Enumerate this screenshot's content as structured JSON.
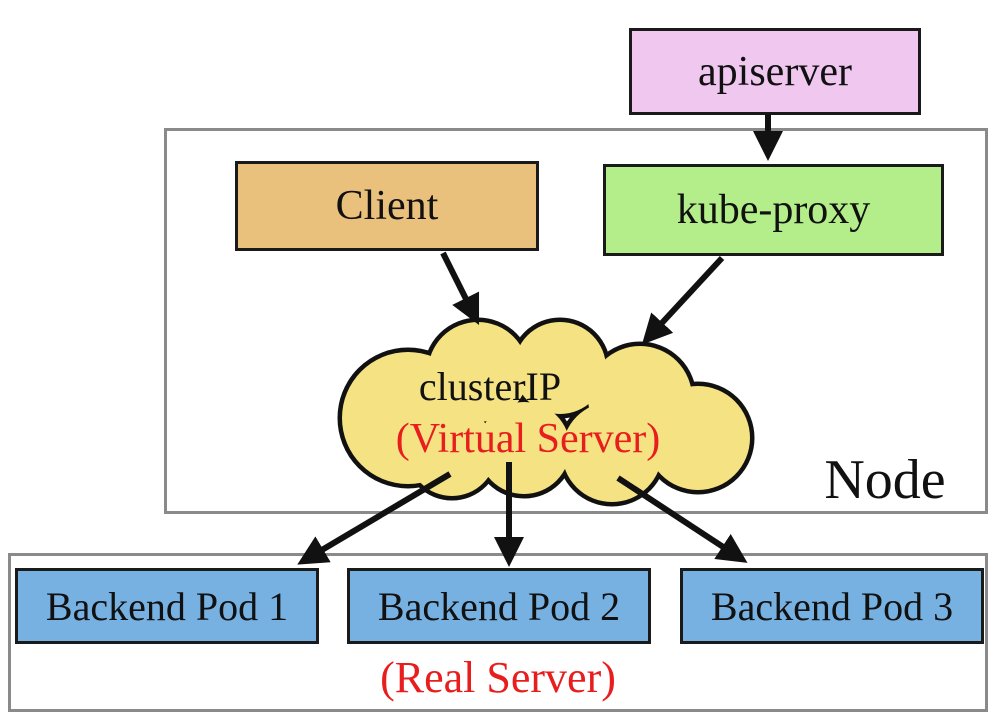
{
  "colors": {
    "apiserver-fill": "#efc7ef",
    "client-fill": "#e9c07c",
    "kube-proxy-fill": "#b4ee8a",
    "cloud-fill": "#f5e283",
    "pod-fill": "#77b1e2",
    "accent-red": "#e81e1e",
    "border-black": "#1a1a1a",
    "border-gray": "#8a8a8a"
  },
  "diagram": {
    "apiserver": "apiserver",
    "client": "Client",
    "kube_proxy": "kube-proxy",
    "cluster_ip": "clusterIP",
    "virtual_server": "(Virtual Server)",
    "node": "Node",
    "pods": [
      "Backend Pod 1",
      "Backend Pod 2",
      "Backend Pod 3"
    ],
    "real_server": "(Real Server)"
  }
}
